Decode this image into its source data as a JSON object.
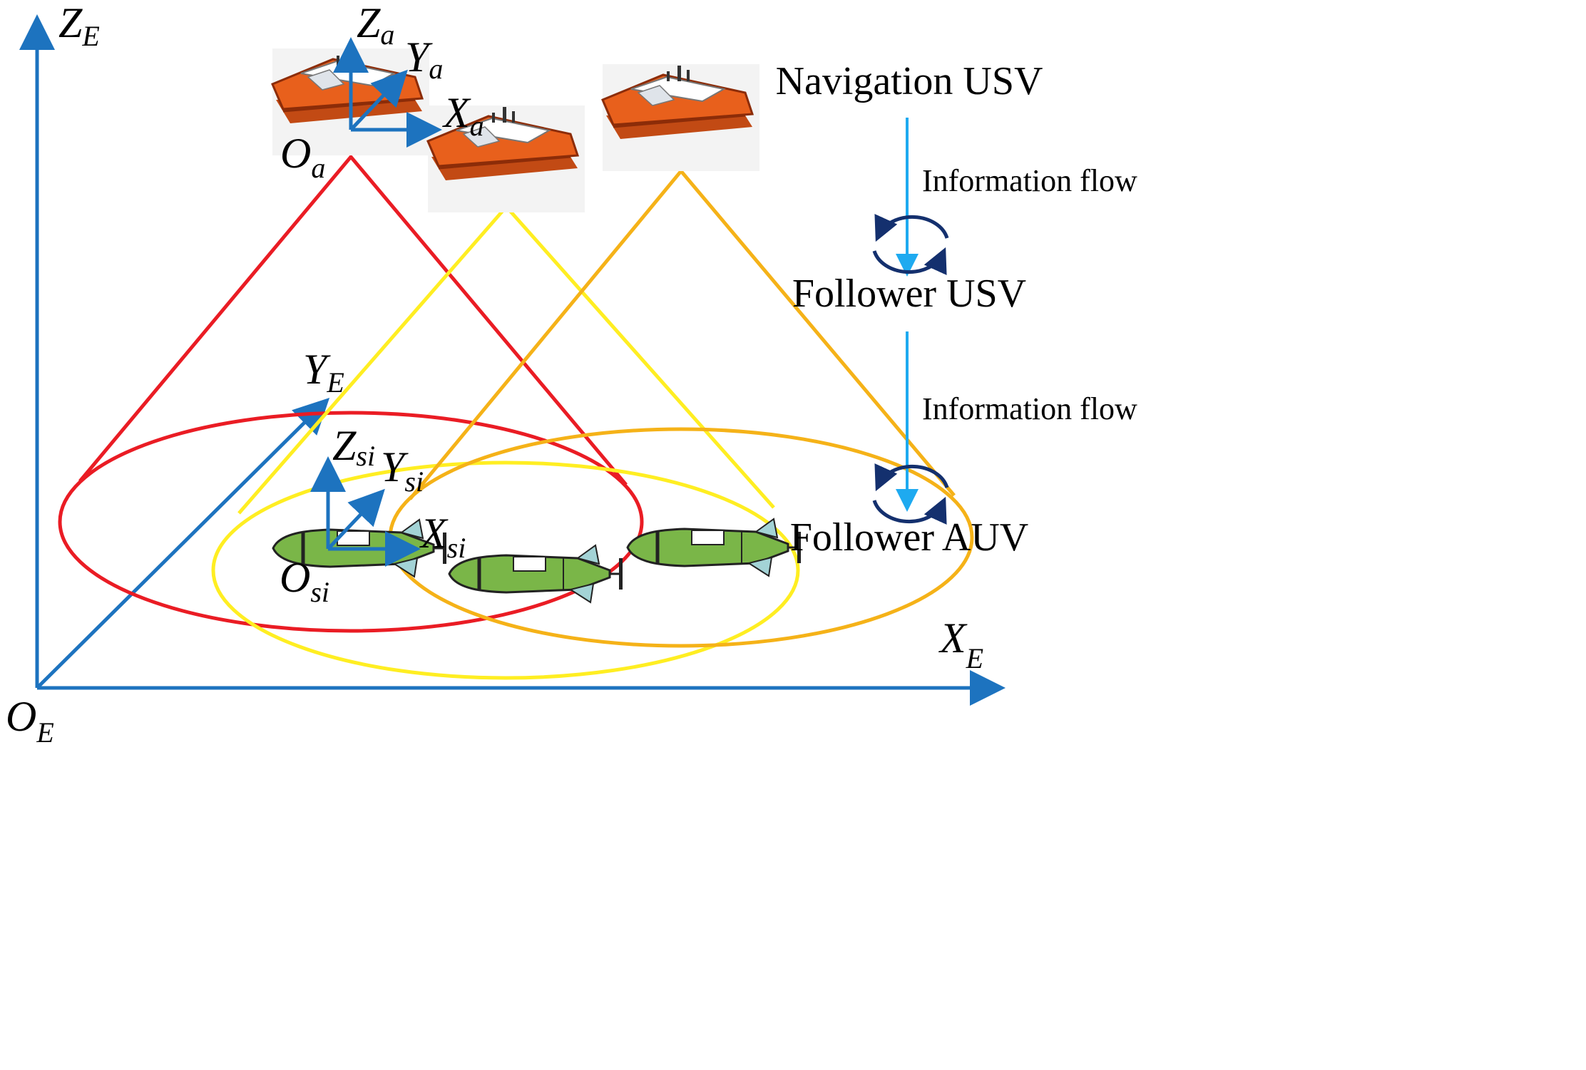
{
  "world_axes": {
    "z": "Z",
    "z_sub": "E",
    "y": "Y",
    "y_sub": "E",
    "x": "X",
    "x_sub": "E",
    "origin": "O",
    "origin_sub": "E"
  },
  "usv_frame": {
    "z": "Z",
    "y": "Y",
    "x": "X",
    "sub": "a",
    "origin": "O",
    "origin_sub": "a"
  },
  "auv_frame": {
    "z": "Z",
    "y": "Y",
    "x": "X",
    "sub": "si",
    "origin": "O",
    "origin_sub": "si"
  },
  "hierarchy": {
    "navigation": "Navigation USV",
    "flow1": "Information flow",
    "follower_usv": "Follower USV",
    "flow2": "Information flow",
    "follower_auv": "Follower AUV"
  },
  "colors": {
    "axis": "#1d73bf",
    "red": "#ea1c24",
    "yellow": "#ffee22",
    "orange": "#f5b218",
    "flow_arrow": "#1eaaf0",
    "cycle": "#14306e",
    "boat_hull": "#e8601c",
    "auv_body": "#7ab648"
  },
  "icons": [
    "usv-boat-icon",
    "auv-vehicle-icon",
    "cycle-arrows-icon"
  ]
}
